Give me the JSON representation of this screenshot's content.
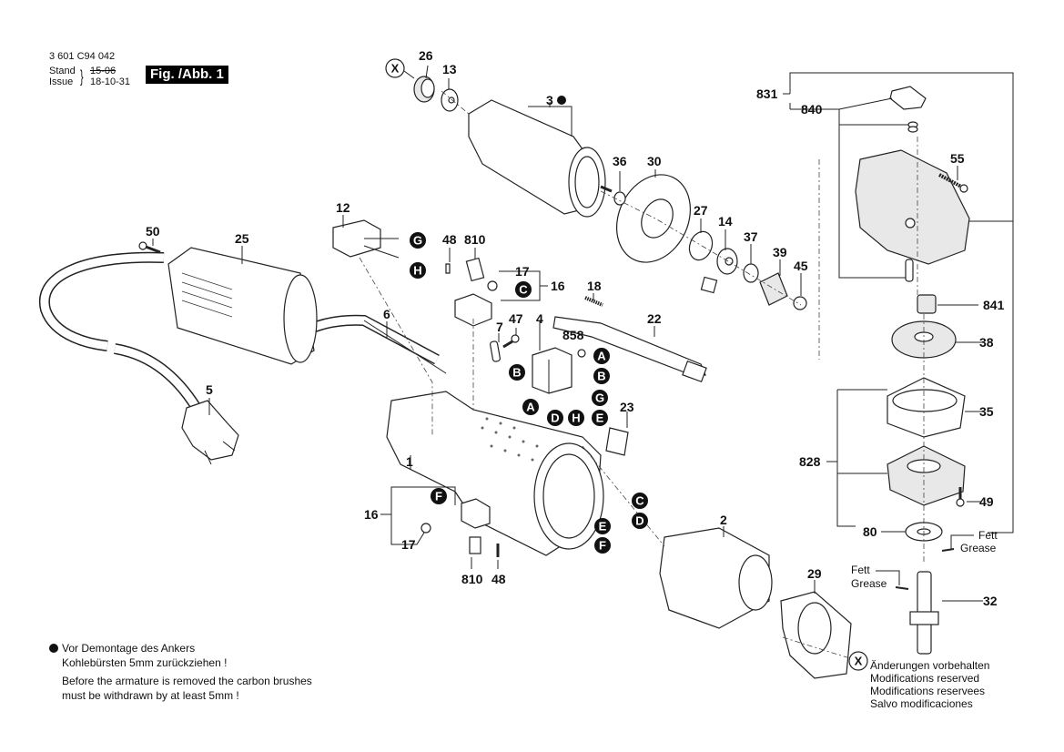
{
  "header": {
    "part_number": "3 601 C94 042",
    "stand_label": "Stand",
    "issue_label": "Issue",
    "stand_value_struck": "15-06",
    "issue_value": "18-10-31",
    "figure_label": "Fig. /Abb. 1"
  },
  "part_labels": {
    "p1": "1",
    "p2": "2",
    "p3": "3",
    "p4": "4",
    "p5": "5",
    "p6": "6",
    "p7": "7",
    "p12": "12",
    "p13": "13",
    "p14": "14",
    "p16a": "16",
    "p16b": "16",
    "p17a": "17",
    "p17b": "17",
    "p18": "18",
    "p22": "22",
    "p23": "23",
    "p25": "25",
    "p26": "26",
    "p27": "27",
    "p29": "29",
    "p30": "30",
    "p32": "32",
    "p35": "35",
    "p36": "36",
    "p37": "37",
    "p38": "38",
    "p39": "39",
    "p45": "45",
    "p47": "47",
    "p48a": "48",
    "p48b": "48",
    "p49": "49",
    "p50": "50",
    "p55": "55",
    "p80": "80",
    "p810a": "810",
    "p810b": "810",
    "p828": "828",
    "p831": "831",
    "p840": "840",
    "p841": "841",
    "p858": "858"
  },
  "connectors": [
    "A",
    "B",
    "C",
    "D",
    "E",
    "F",
    "G",
    "H"
  ],
  "reference_marker": "X",
  "grease": {
    "de": "Fett",
    "en": "Grease"
  },
  "footnote": {
    "de_line1": "Vor Demontage des Ankers",
    "de_line2": "Kohlebürsten 5mm zurückziehen !",
    "en_line1": "Before the armature is removed the carbon brushes",
    "en_line2": "must be withdrawn by at least 5mm !"
  },
  "modifications": [
    "Änderungen vorbehalten",
    "Modifications reserved",
    "Modifications reservees",
    "Salvo modificaciones"
  ]
}
